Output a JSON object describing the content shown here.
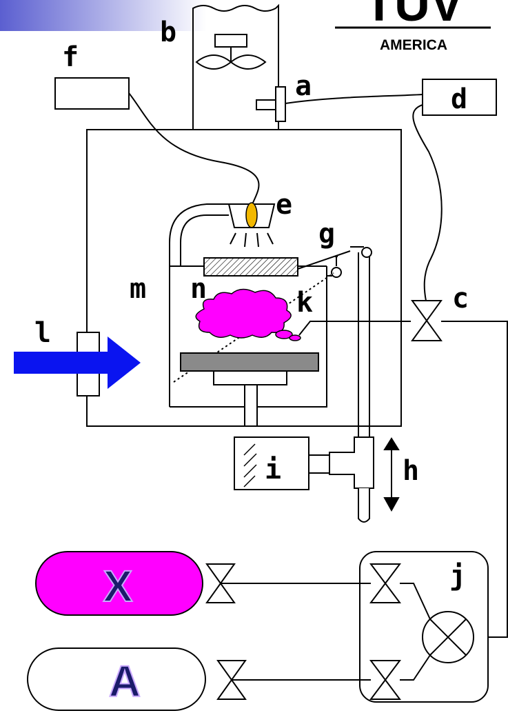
{
  "logo": {
    "brand": "TÜV",
    "region": "AMERICA"
  },
  "labels": {
    "a": "a",
    "b": "b",
    "c": "c",
    "d": "d",
    "e": "e",
    "f": "f",
    "g": "g",
    "h": "h",
    "i": "i",
    "j": "j",
    "k": "k",
    "l": "l",
    "m": "m",
    "n": "n"
  },
  "tanks": {
    "x_label": "X",
    "a_label": "A"
  },
  "colors": {
    "header_gradient_start": "#5b5fd0",
    "header_gradient_end": "#ffffff",
    "arrow": "#0a14f0",
    "sample_cloud": "#ff00ff",
    "lamp": "#f2b800",
    "tank_x_fill": "#ff00ff",
    "tank_letter_fill": "#1b1b6a",
    "tank_letter_outline": "#c9a8ff",
    "stage": "#8a8a8a"
  }
}
